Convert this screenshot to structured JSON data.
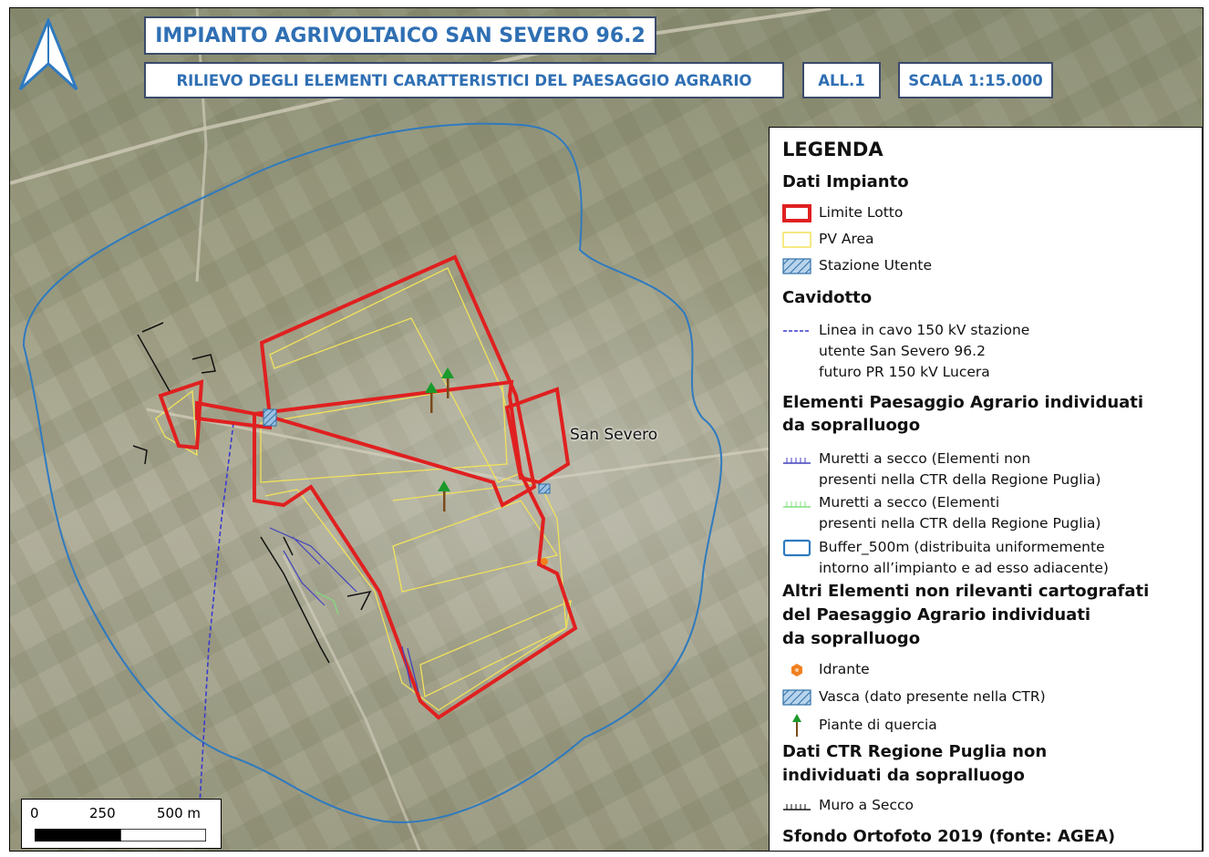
{
  "title": {
    "main": "IMPIANTO AGRIVOLTAICO SAN SEVERO 96.2",
    "subtitle": "RILIEVO DEGLI ELEMENTI CARATTERISTICI DEL PAESAGGIO AGRARIO",
    "attachment": "ALL.1",
    "scale": "SCALA 1:15.000"
  },
  "map": {
    "place_label": "San Severo",
    "north_arrow_icon": "north-arrow-icon"
  },
  "colors": {
    "limite_lotto": "#e02020",
    "pv_area": "#f2e25a",
    "stazione": "#4a7fb5",
    "buffer": "#2f7abf",
    "cavidotto": "#3a3ad0",
    "muretti_non_ctr": "#4040c0",
    "muretti_ctr": "#80e080",
    "idrante": "#f08020",
    "quercia": "#1a9a2a",
    "muro_ctr": "#111111",
    "title_text": "#2f6fb3"
  },
  "legend": {
    "title": "LEGENDA",
    "sections": [
      {
        "heading": "Dati Impianto",
        "items": [
          {
            "label": "Limite Lotto",
            "icon": "red-outline-rect-icon"
          },
          {
            "label": "PV Area",
            "icon": "yellow-outline-rect-icon"
          },
          {
            "label": "Stazione Utente",
            "icon": "hatched-blue-rect-icon"
          }
        ]
      },
      {
        "heading": "Cavidotto",
        "items": [
          {
            "label": "Linea in cavo 150 kV stazione",
            "label2": "utente San Severo 96.2",
            "label3": "futuro PR 150 kV Lucera",
            "icon": "dashed-blue-line-icon"
          }
        ]
      },
      {
        "heading": "Elementi Paesaggio Agrario individuati",
        "heading2": "da sopralluogo",
        "items": [
          {
            "label": "Muretti a secco (Elementi non",
            "label2": "presenti nella CTR della Regione Puglia)",
            "icon": "blue-wall-line-icon"
          },
          {
            "label": "Muretti a secco (Elementi",
            "label2": "presenti nella CTR della Regione Puglia)",
            "icon": "green-wall-line-icon"
          },
          {
            "label": "Buffer_500m (distribuita uniformemente",
            "label2": "intorno all’impianto e ad esso adiacente)",
            "icon": "blue-outline-rect-icon"
          }
        ]
      },
      {
        "heading": "Altri Elementi non rilevanti cartografati",
        "heading2": "del Paesaggio Agrario individuati",
        "heading3": "da sopralluogo",
        "items": [
          {
            "label": "Idrante",
            "icon": "orange-hexagon-icon"
          },
          {
            "label": "Vasca (dato presente nella CTR)",
            "icon": "hatched-blue-rect-icon"
          },
          {
            "label": "Piante di quercia",
            "icon": "oak-tree-icon"
          }
        ]
      },
      {
        "heading": "Dati CTR Regione Puglia non",
        "heading2": "individuati da sopralluogo",
        "items": [
          {
            "label": "Muro a Secco",
            "icon": "black-wall-line-icon"
          }
        ]
      }
    ],
    "background_note": "Sfondo Ortofoto 2019 (fonte: AGEA)"
  },
  "scalebar": {
    "labels": [
      "0",
      "250",
      "500 m"
    ]
  }
}
